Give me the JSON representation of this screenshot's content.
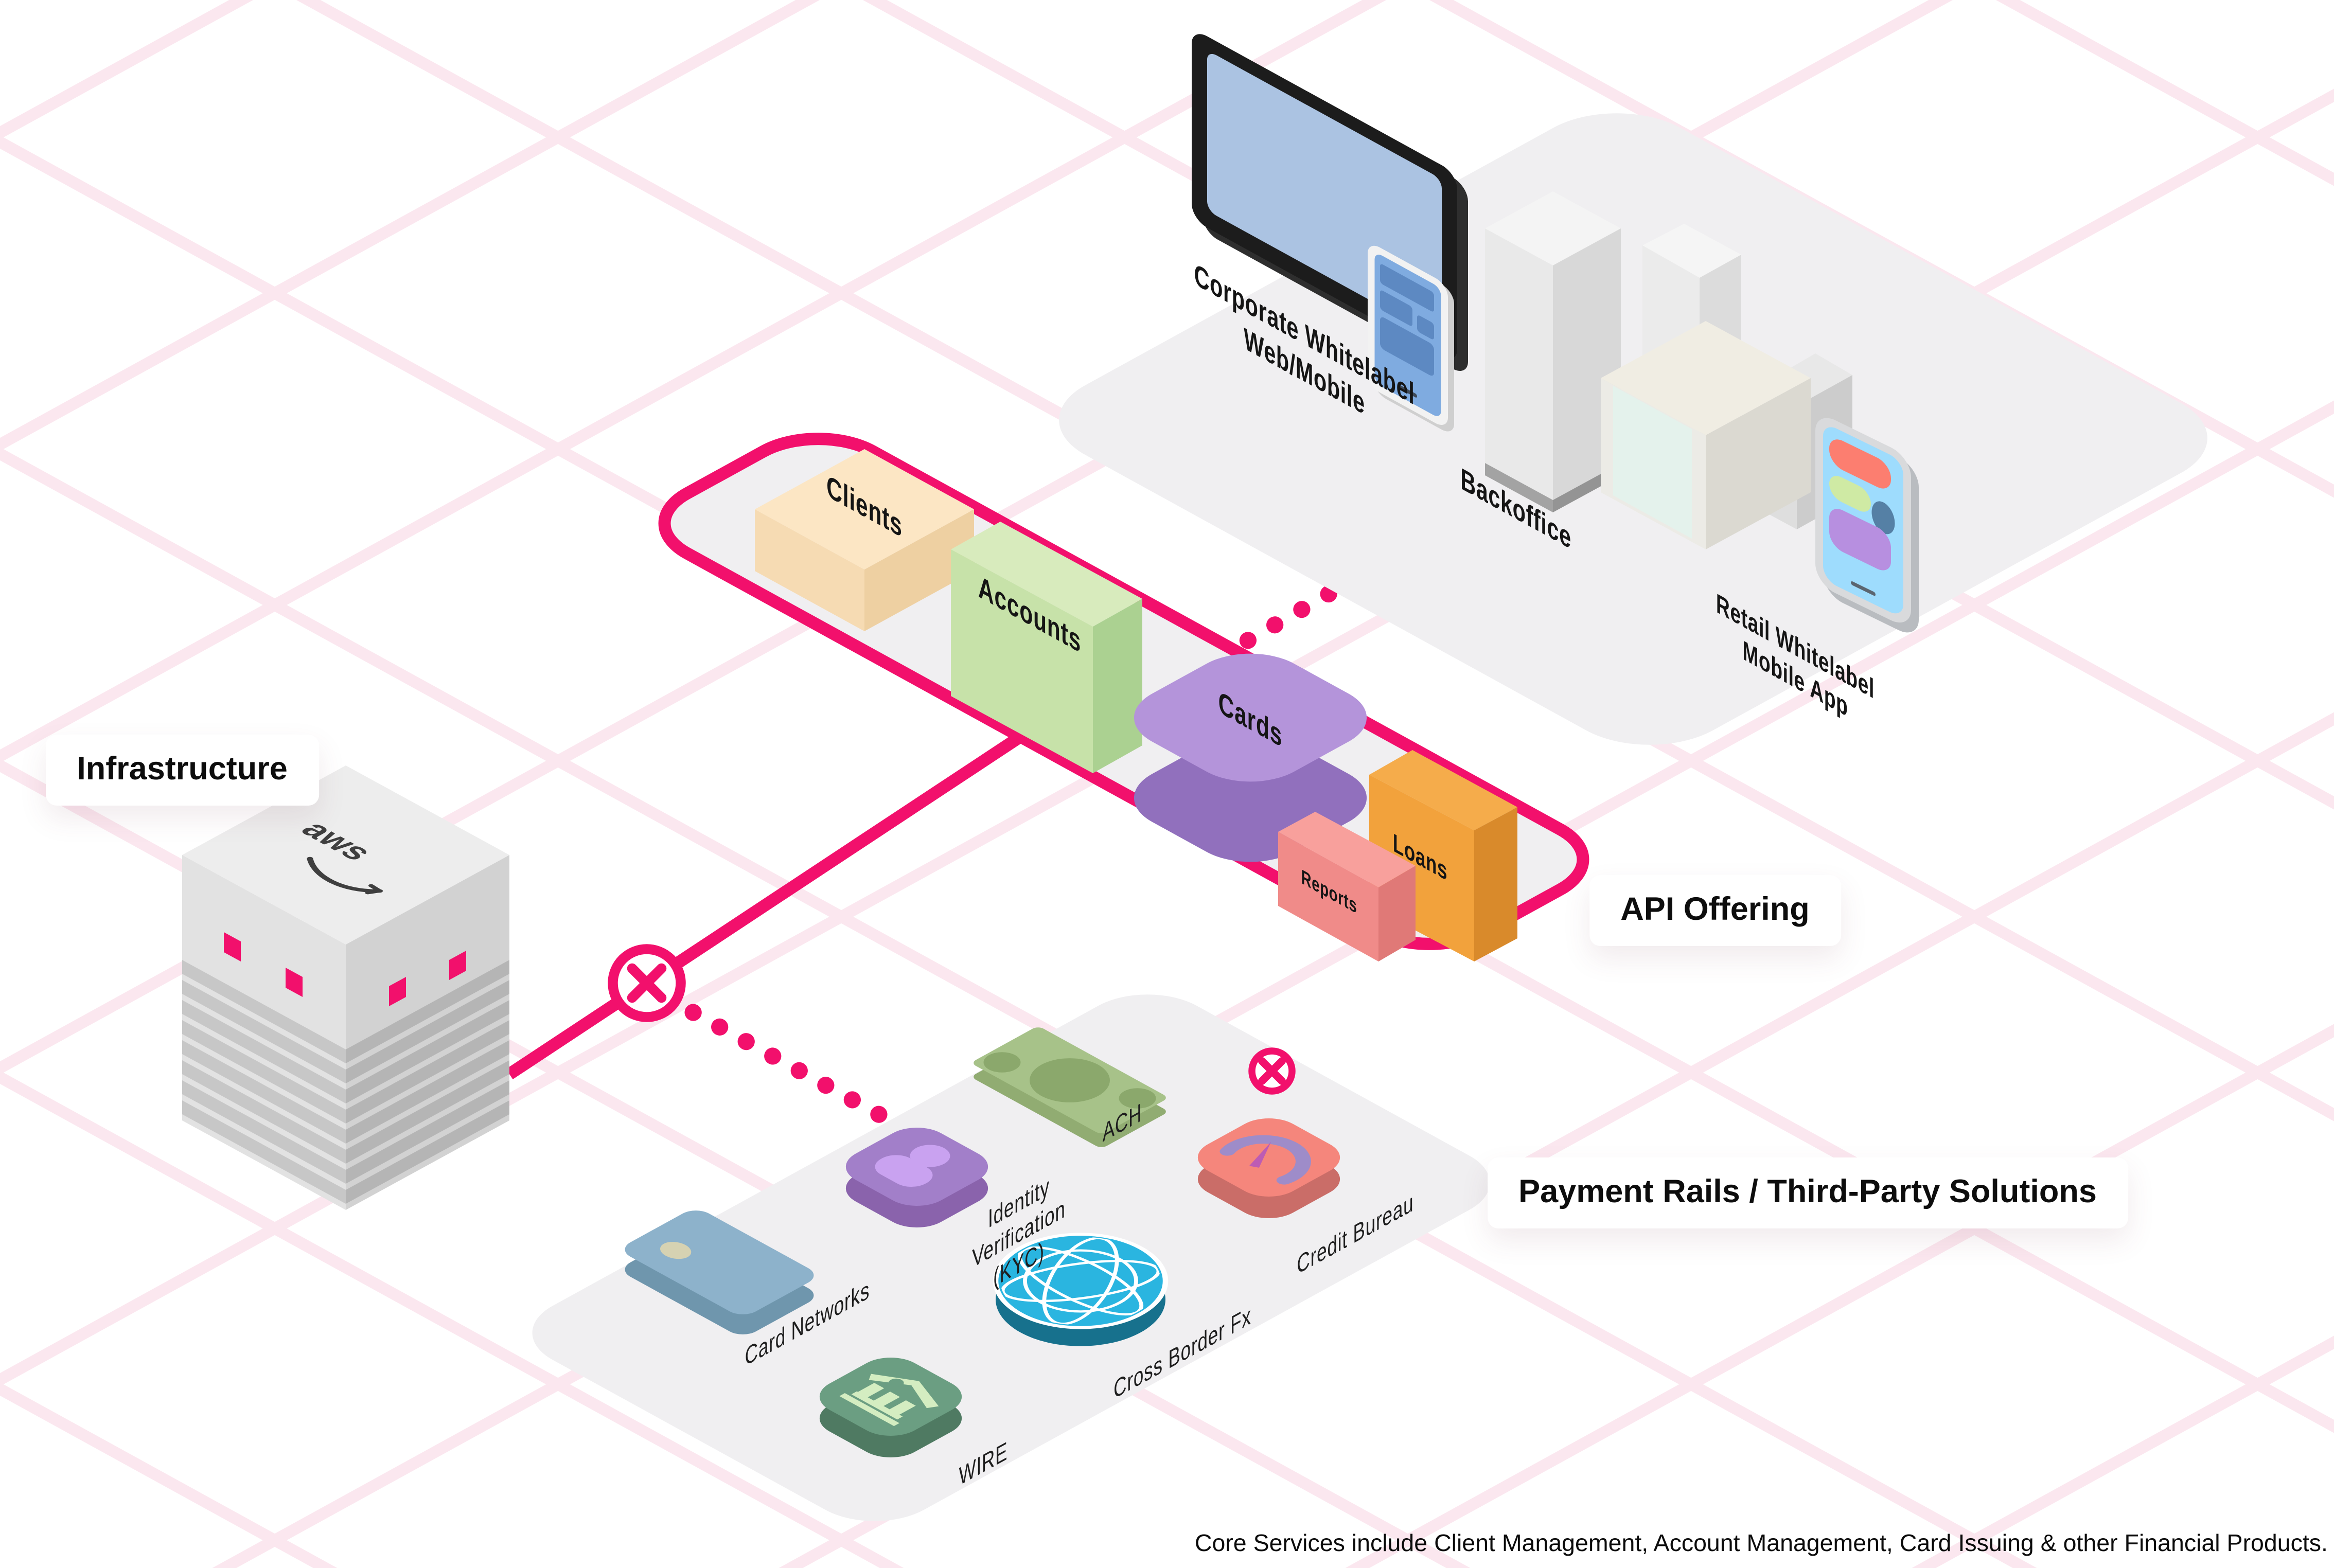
{
  "colors": {
    "accent": "#f2106c",
    "grid_line": "#fbe7ef",
    "platform": "#f0eff1",
    "monitor_screen": "#abc3e2",
    "retail_screen": "#9edcfd",
    "clients": "#fce6c4",
    "accounts": "#c7e2a9",
    "cards": "#b494da",
    "loans": "#f5ac4b",
    "reports": "#f08b89",
    "card_networks": "#8db2cb",
    "identity": "#a27fc9",
    "ach": "#a7c289",
    "wire": "#6b9e82",
    "globe": "#2ab5e0",
    "credit_bureau": "#f5867c"
  },
  "infrastructure": {
    "label": "Infrastructure",
    "server_logo": "aws"
  },
  "top_platform": {
    "corporate_label": "Corporate Whitelabel\nWeb/Mobile",
    "backoffice_label": "Backoffice",
    "retail_label": "Retail Whitelabel\nMobile App"
  },
  "api_offering": {
    "label": "API Offering",
    "services": [
      {
        "name": "Clients"
      },
      {
        "name": "Accounts"
      },
      {
        "name": "Cards"
      },
      {
        "name": "Loans"
      },
      {
        "name": "Reports"
      }
    ]
  },
  "payment_rails": {
    "label": "Payment Rails / Third-Party Solutions",
    "items": [
      {
        "name": "Card Networks"
      },
      {
        "name": "Identity\nVerification\n(KYC)"
      },
      {
        "name": "ACH"
      },
      {
        "name": "WIRE"
      },
      {
        "name": "Cross Border Fx"
      },
      {
        "name": "Credit Bureau"
      }
    ]
  },
  "footnote": "Core Services include Client Management, Account Management, Card Issuing & other Financial Products."
}
